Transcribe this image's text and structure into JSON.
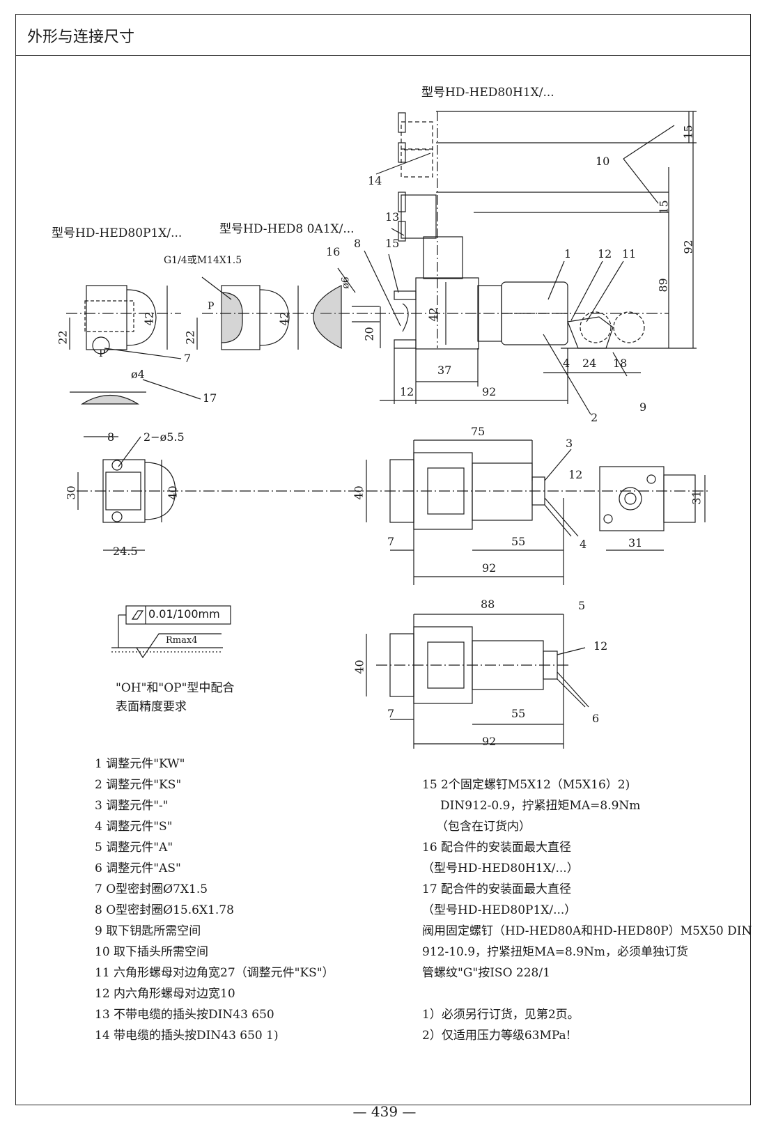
{
  "header": {
    "title": "外形与连接尺寸"
  },
  "models": {
    "h1x": "型号HD-HED80H1X/...",
    "p1x": "型号HD-HED80P1X/...",
    "a1x": "型号HD-HED8 0A1X/..."
  },
  "thread_note": "G1/4或M14X1.5",
  "port_p": "P",
  "flatness": {
    "value": "0.01/100mm",
    "roughness": "Rmax4"
  },
  "surface_note": [
    "\"OH\"和\"OP\"型中配合",
    "表面精度要求"
  ],
  "legend_left": [
    "1 调整元件\"KW\"",
    "2 调整元件\"KS\"",
    "3 调整元件\"-\"",
    "4 调整元件\"S\"",
    "5 调整元件\"A\"",
    "6 调整元件\"AS\"",
    "7 O型密封圈Ø7X1.5",
    "8 O型密封圈Ø15.6X1.78",
    "9 取下钥匙所需空间",
    "10 取下插头所需空间",
    "11 六角形螺母对边角宽27（调整元件\"KS\"）",
    "12 内六角形螺母对边宽10",
    "13 不带电缆的插头按DIN43 650",
    "14 带电缆的插头按DIN43 650 1)"
  ],
  "legend_right": [
    "15 2个固定螺钉M5X12（M5X16）2)",
    "DIN912-0.9，拧紧扭矩MA=8.9Nm",
    "（包含在订货内）",
    "16 配合件的安装面最大直径",
    "（型号HD-HED80H1X/...）",
    "17 配合件的安装面最大直径",
    "（型号HD-HED80P1X/...）",
    "阀用固定螺钉（HD-HED80A和HD-HED80P）M5X50 DIN",
    "912-10.9，拧紧扭矩MA=8.9Nm，必须单独订货",
    "管螺纹\"G\"按ISO 228/1",
    "",
    "1）必须另行订货，见第2页。",
    "2）仅适用压力等级63MPa!"
  ],
  "dims": {
    "d15a": "15",
    "d15b": "15",
    "d92v": "92",
    "d89": "89",
    "d10": "10",
    "d14": "14",
    "d13": "13",
    "d1": "1",
    "d12a": "12",
    "d11": "11",
    "d8": "8",
    "d15c": "15",
    "d16": "16",
    "d6": "ø6",
    "d42a": "42",
    "d22a": "22",
    "d42b": "42",
    "d22b": "22",
    "d20": "20",
    "d42c": "42",
    "d7": "7",
    "d4": "ø4",
    "d17": "17",
    "d37": "37",
    "d12b": "12",
    "d92a": "92",
    "d4b": "4",
    "d24": "24",
    "d18": "18",
    "d9": "9",
    "d2": "2",
    "d8b": "8",
    "d255": "2−ø5.5",
    "d30": "30",
    "d40a": "40",
    "d245": "24.5",
    "d75": "75",
    "d3": "3",
    "d12c": "12",
    "d40b": "40",
    "d7b": "7",
    "d55a": "55",
    "d4c": "4",
    "d92b": "92",
    "d31a": "31",
    "d31b": "31",
    "d88": "88",
    "d5": "5",
    "d12d": "12",
    "d40c": "40",
    "d7c": "7",
    "d55b": "55",
    "d6b": "6",
    "d92c": "92"
  },
  "page_number": "— 439 —"
}
